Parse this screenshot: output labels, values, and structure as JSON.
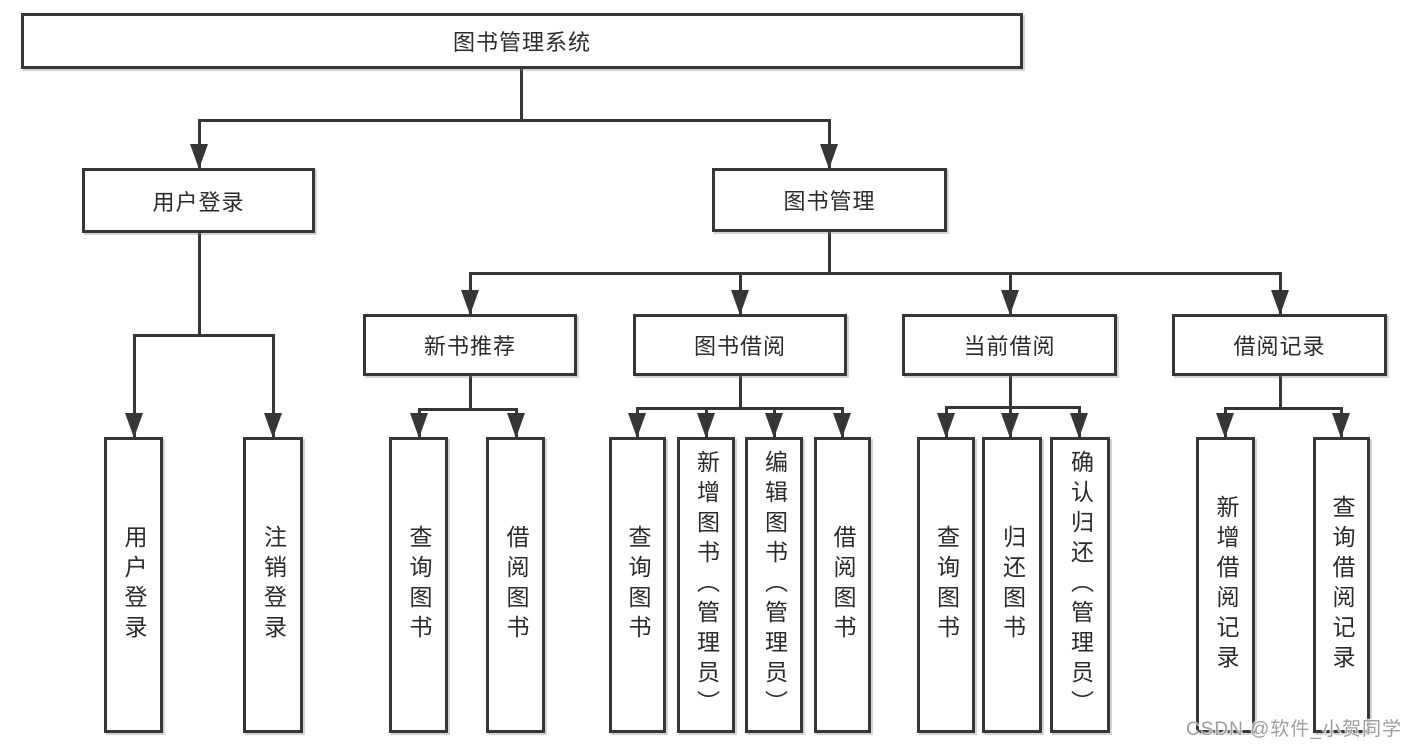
{
  "diagram": {
    "title": "图书管理系统",
    "colors": {
      "line": "#363636",
      "text": "#2b2b2b",
      "background": "#ffffff",
      "watermark": "#9e9e9e"
    },
    "nodes": {
      "root": {
        "label": "图书管理系统"
      },
      "user_login": {
        "label": "用户登录"
      },
      "book_mgmt": {
        "label": "图书管理"
      },
      "new_book_rec": {
        "label": "新书推荐"
      },
      "book_borrow": {
        "label": "图书借阅"
      },
      "current_borrow": {
        "label": "当前借阅"
      },
      "borrow_records": {
        "label": "借阅记录"
      },
      "leaf_user_login": {
        "label": "用户登录"
      },
      "leaf_logout": {
        "label": "注销登录"
      },
      "leaf_query_books_rec": {
        "label": "查询图书"
      },
      "leaf_borrow_books_rec": {
        "label": "借阅图书"
      },
      "leaf_query_books_borrow": {
        "label": "查询图书"
      },
      "leaf_add_books_admin": {
        "label": "新增图书（管理员）"
      },
      "leaf_edit_books_admin": {
        "label": "编辑图书（管理员）"
      },
      "leaf_borrow_books_borrow": {
        "label": "借阅图书"
      },
      "leaf_query_books_current": {
        "label": "查询图书"
      },
      "leaf_return_books": {
        "label": "归还图书"
      },
      "leaf_confirm_return_admin": {
        "label": "确认归还（管理员）"
      },
      "leaf_add_borrow_record": {
        "label": "新增借阅记录"
      },
      "leaf_query_borrow_record": {
        "label": "查询借阅记录"
      }
    },
    "tree": {
      "图书管理系统": {
        "用户登录": [
          "用户登录",
          "注销登录"
        ],
        "图书管理": {
          "新书推荐": [
            "查询图书",
            "借阅图书"
          ],
          "图书借阅": [
            "查询图书",
            "新增图书（管理员）",
            "编辑图书（管理员）",
            "借阅图书"
          ],
          "当前借阅": [
            "查询图书",
            "归还图书",
            "确认归还（管理员）"
          ],
          "借阅记录": [
            "新增借阅记录",
            "查询借阅记录"
          ]
        }
      }
    },
    "watermark": {
      "text": "CSDN @软件_小贺同学"
    }
  }
}
